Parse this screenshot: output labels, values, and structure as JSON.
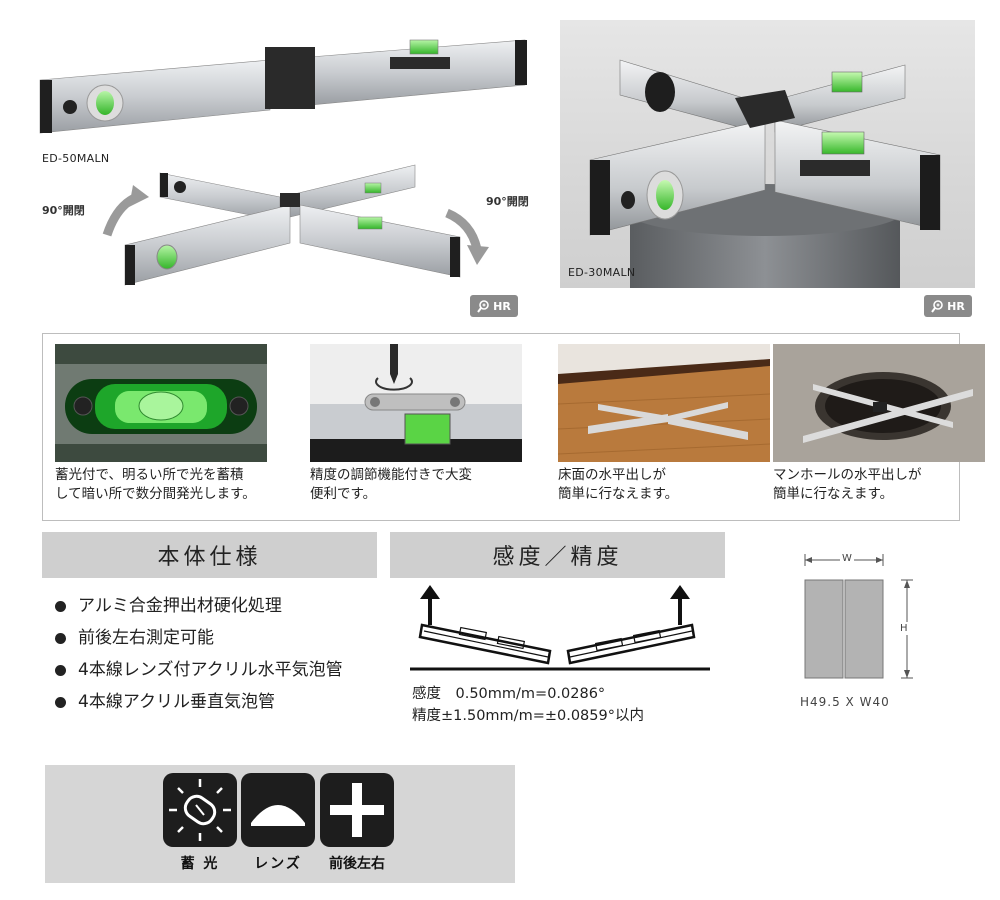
{
  "products": {
    "model_long": "ED-50MALN",
    "model_short": "ED-30MALN",
    "rotate_left": "90°開閉",
    "rotate_right": "90°開閉",
    "hr_label": "HR"
  },
  "features": [
    {
      "caption": "蓄光付で、明るい所で光を蓄積\nして暗い所で数分間発光します。"
    },
    {
      "caption": "精度の調節機能付きで大変\n便利です。"
    },
    {
      "caption": "床面の水平出しが\n簡単に行なえます。"
    },
    {
      "caption": "マンホールの水平出しが\n簡単に行なえます。"
    }
  ],
  "spec": {
    "body_title": "本体仕様",
    "accuracy_title": "感度／精度",
    "items": [
      "アルミ合金押出材硬化処理",
      "前後左右測定可能",
      "4本線レンズ付アクリル水平気泡管",
      "4本線アクリル垂直気泡管"
    ],
    "sensitivity": "感度　0.50mm/m=0.0286°",
    "accuracy": "精度±1.50mm/m=±0.0859°以内"
  },
  "dimensions": {
    "w_label": "W",
    "h_label": "H",
    "size_text": "H49.5 X W40"
  },
  "icons": [
    {
      "name": "luminous",
      "label": "蓄 光"
    },
    {
      "name": "lens",
      "label": "レンズ"
    },
    {
      "name": "cross",
      "label": "前後左右"
    }
  ],
  "colors": {
    "header_bg": "#cfcfcf",
    "icon_bg": "#1d1d1d",
    "vial_green": "#4bd63f",
    "aluminum": "#c9ccd0"
  }
}
